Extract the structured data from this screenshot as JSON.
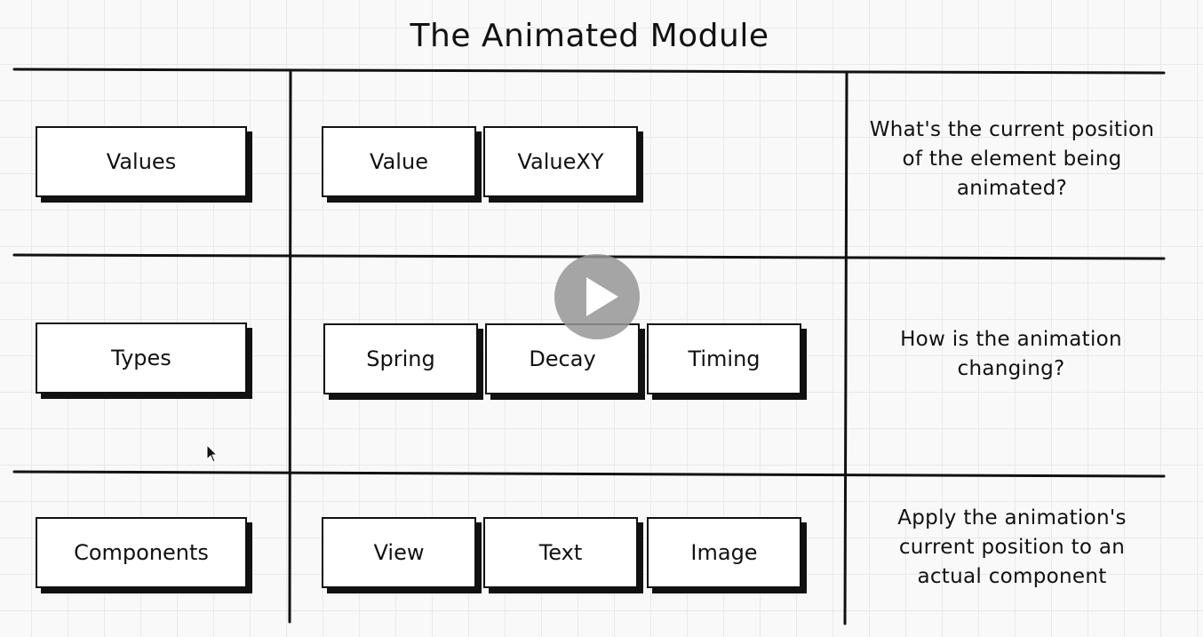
{
  "title": "The Animated Module",
  "rows": [
    {
      "category": "Values",
      "items": [
        "Value",
        "ValueXY"
      ],
      "description": "What's the current position of the element being animated?"
    },
    {
      "category": "Types",
      "items": [
        "Spring",
        "Decay",
        "Timing"
      ],
      "description": "How is the animation changing?"
    },
    {
      "category": "Components",
      "items": [
        "View",
        "Text",
        "Image"
      ],
      "description": "Apply the animation's current position to an actual component"
    }
  ],
  "icons": {
    "play": "play-icon",
    "cursor": "mouse-cursor-icon"
  }
}
